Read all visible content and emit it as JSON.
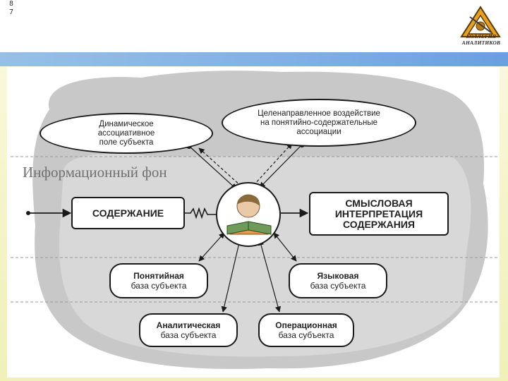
{
  "slide_number": [
    "8",
    "7"
  ],
  "logo": {
    "line1": "КОЛЛЕГИЯ",
    "line2": "АНАЛИТИКОВ",
    "icon": "triangle-emblem-icon"
  },
  "diagram": {
    "background_title": "Информационный фон",
    "dynamic_field": [
      "Динамическое",
      "ассоциативное",
      "поле субъекта"
    ],
    "targeted_influence": [
      "Целенаправленное воздействие",
      "на понятийно-содержательные",
      "ассоциации"
    ],
    "content": "СОДЕРЖАНИЕ",
    "interpretation": [
      "СМЫСЛОВАЯ",
      "ИНТЕРПРЕТАЦИЯ",
      "СОДЕРЖАНИЯ"
    ],
    "conceptual_base": {
      "title": "Понятийная",
      "subtitle": "база субъекта"
    },
    "language_base": {
      "title": "Языковая",
      "subtitle": "база субъекта"
    },
    "analytical_base": {
      "title": "Аналитическая",
      "subtitle": "база субъекта"
    },
    "operational_base": {
      "title": "Операционная",
      "subtitle": "база субъекта"
    },
    "center_icon": "reader-with-book-icon"
  },
  "colors": {
    "band": "#7eafe6",
    "slide_bg": "#f4f4c8",
    "cloud": "#c9c9c9",
    "stroke": "#1a1a1a"
  }
}
